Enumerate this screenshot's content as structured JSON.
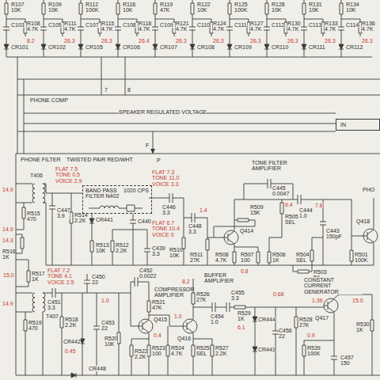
{
  "diagram": {
    "nodes": [
      {
        "text": [
          "IN"
        ]
      },
      {
        "text": [
          "BAND PASS FILTER N402",
          "1020 CPS"
        ]
      }
    ],
    "labels": [
      "R107 10K",
      "R108 4.7K",
      "C103",
      "8.2",
      "CR101",
      "R109 10K",
      "R111 4.7K",
      "C105",
      "26.3",
      "CR102",
      "R112 100K",
      "R115 4.7K",
      "C107",
      "26.3",
      "CR105",
      "R116 10K",
      "R118 4.7K",
      "C108",
      "26.4",
      "CR106",
      "R119 47K",
      "R121 4.7K",
      "C109",
      "26.3",
      "CR107",
      "R122 10K",
      "R124 4.7K",
      "C110",
      "26.3",
      "CR108",
      "R125 100K",
      "R127 4.7K",
      "C111",
      "26.3",
      "CR109",
      "R128 10K",
      "R130 4.7K",
      "C112",
      "26.3",
      "CR110",
      "R131 10K",
      "R133 4.7K",
      "C113",
      "26.3",
      "CR111",
      "R134 10K",
      "R136 4.7K",
      "C114",
      "26.3",
      "CR112",
      "PHONE COMP",
      "7",
      "8",
      "SPEAKER REGULATED VOLTAGE",
      "F",
      "P",
      "PHONE FILTER",
      "TWISTED PAIR RED/WHT",
      "T406",
      "14.9",
      "R515 470",
      "14.9",
      "C447 3.9",
      "FLAT 7.5 TONE 0.5 VOICE 2.9",
      "R514 2.2K",
      "CR441",
      "C440",
      "R513 10K",
      "R512 2.2K",
      "C439 3.3",
      "FLAT 6.7 TONE 10.4 VOICE 0",
      "R510 10K",
      "R511 27K",
      "C448 3.3",
      "1.4",
      "FLAT 7.3 TONE 11.0 VOICE 3.3",
      "C446 3.3",
      "TONE FILTER AMPLIFIER",
      "C445 0.0047",
      "R509 15K",
      "R505 SEL",
      "6.4",
      "C444 1.0",
      "7.8",
      "Q414",
      "R508 4.7K",
      "R507 100",
      "0.8",
      "R506 1K",
      "R504 SEL",
      "C443 150pF",
      "R503 5K",
      "R501 100K",
      "Q418",
      "PHO",
      "14.3",
      "R516 1K",
      "15.0",
      "R517 1K",
      "FLAT 7.2 TONE 4.1 VOICE 2.5",
      "C450 22",
      "C452 0.0022",
      "COMPRESSOR AMPLIFIER",
      "8.2",
      "BUFFER AMPLIFIER",
      "R521 47K",
      "R526 27K",
      "C454 1.0",
      "C455 3.3",
      "R529 1K",
      "0.68",
      "CONSTANT CURRENT GENERATOR",
      "Q417",
      "15.0",
      "1.36",
      "CR444",
      "T407",
      "14.9",
      "R519 470",
      "R518 2.2K",
      "C451 3.3",
      "1.0",
      "C453 22",
      "CR442",
      "0.45",
      "R520 10K",
      "Q415",
      "0.4",
      "R522 2.2K",
      "R523 100",
      "R524 4.7K",
      "Q416",
      "1.0",
      "R525 SEL",
      "R527 2.2K",
      "6.1",
      "CR443",
      "C456 22",
      "R528 27K",
      "0.9",
      "R539 100K",
      "C457 150",
      "R530 1K",
      "CR448"
    ]
  }
}
